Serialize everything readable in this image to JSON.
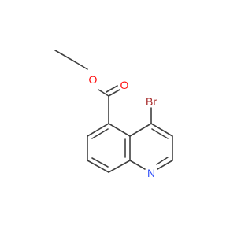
{
  "molecule": {
    "atoms": {
      "ester_oxygen": {
        "symbol": "O",
        "color": "#ff0d0d"
      },
      "carbonyl_oxygen": {
        "symbol": "O",
        "color": "#ff0d0d"
      },
      "bromine": {
        "symbol": "Br",
        "color": "#a62929"
      },
      "ring_nitrogen": {
        "symbol": "N",
        "color": "#3050f8"
      }
    },
    "bond_color": "#404040"
  }
}
